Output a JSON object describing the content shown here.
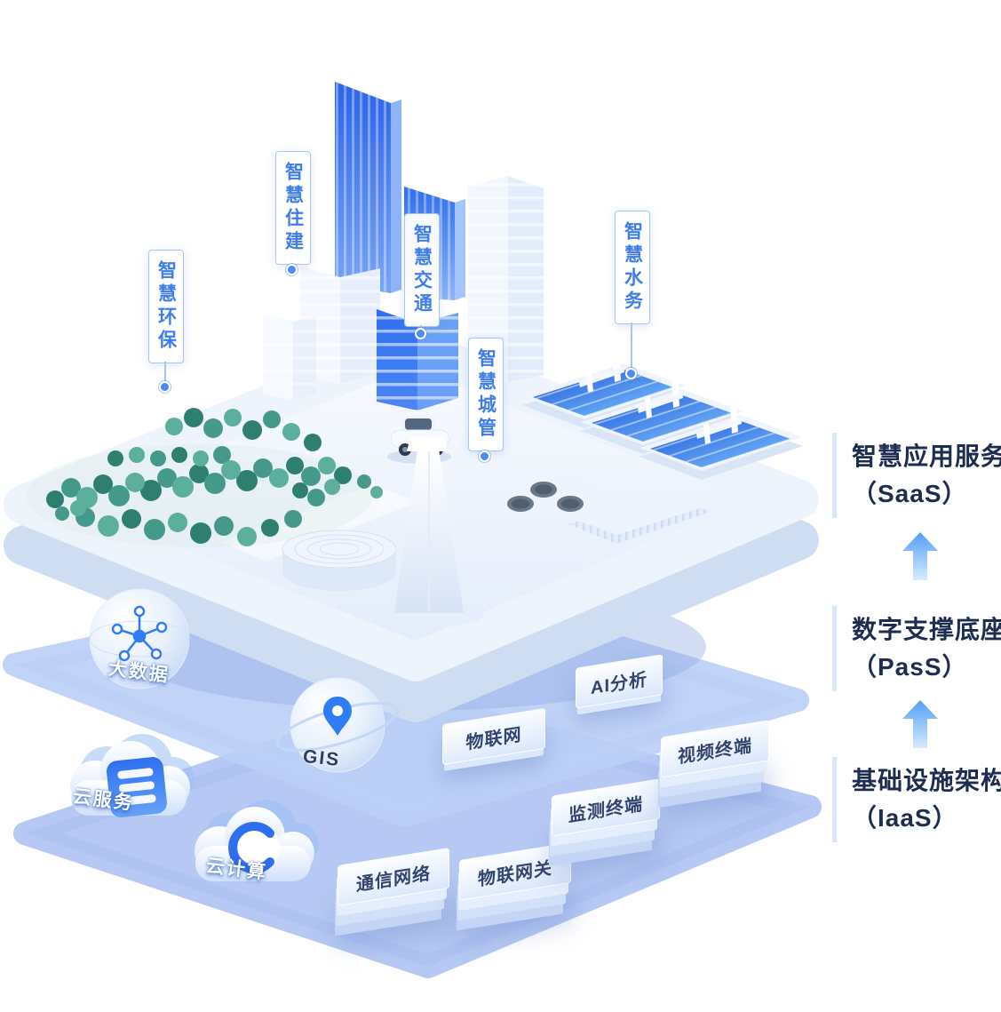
{
  "colors": {
    "accent": "#2f6ff0",
    "callout_text": "#3f7ee8",
    "callout_border": "#a8c6f2",
    "panel_text": "#1d2d52",
    "panel_bar": "#d9e7fc",
    "layer_fill": "#b7cbf5",
    "tree_green": "#3c9183",
    "slab_text": "#32436d"
  },
  "icons": {
    "big_data": "globe-network-icon",
    "gis": "globe-location-pin-icon",
    "cloud_service": "cloud-server-icon",
    "cloud_computing": "cloud-c-icon",
    "flow": "up-arrow-icon",
    "callout_marker": "dot-marker-icon"
  },
  "callouts": [
    {
      "id": "env",
      "label": "智慧环保"
    },
    {
      "id": "housing",
      "label": "智慧住建"
    },
    {
      "id": "traffic",
      "label": "智慧交通"
    },
    {
      "id": "cityMgmt",
      "label": "智慧城管"
    },
    {
      "id": "water",
      "label": "智慧水务"
    }
  ],
  "paas_items": {
    "bigdata": "大数据",
    "gis": "GIS",
    "iot": "物联网",
    "ai": "AI分析"
  },
  "iaas_items": {
    "cloudService": "云服务",
    "cloudComputing": "云计算",
    "commNetwork": "通信网络",
    "iotGateway": "物联网关",
    "monitorTerminal": "监测终端",
    "videoTerminal": "视频终端"
  },
  "right_panel": [
    {
      "id": "saas",
      "title": "智慧应用服务",
      "sub": "（SaaS）"
    },
    {
      "id": "pass",
      "title": "数字支撑底座",
      "sub": "（PasS）"
    },
    {
      "id": "iaas",
      "title": "基础设施架构",
      "sub": "（IaaS）"
    }
  ]
}
